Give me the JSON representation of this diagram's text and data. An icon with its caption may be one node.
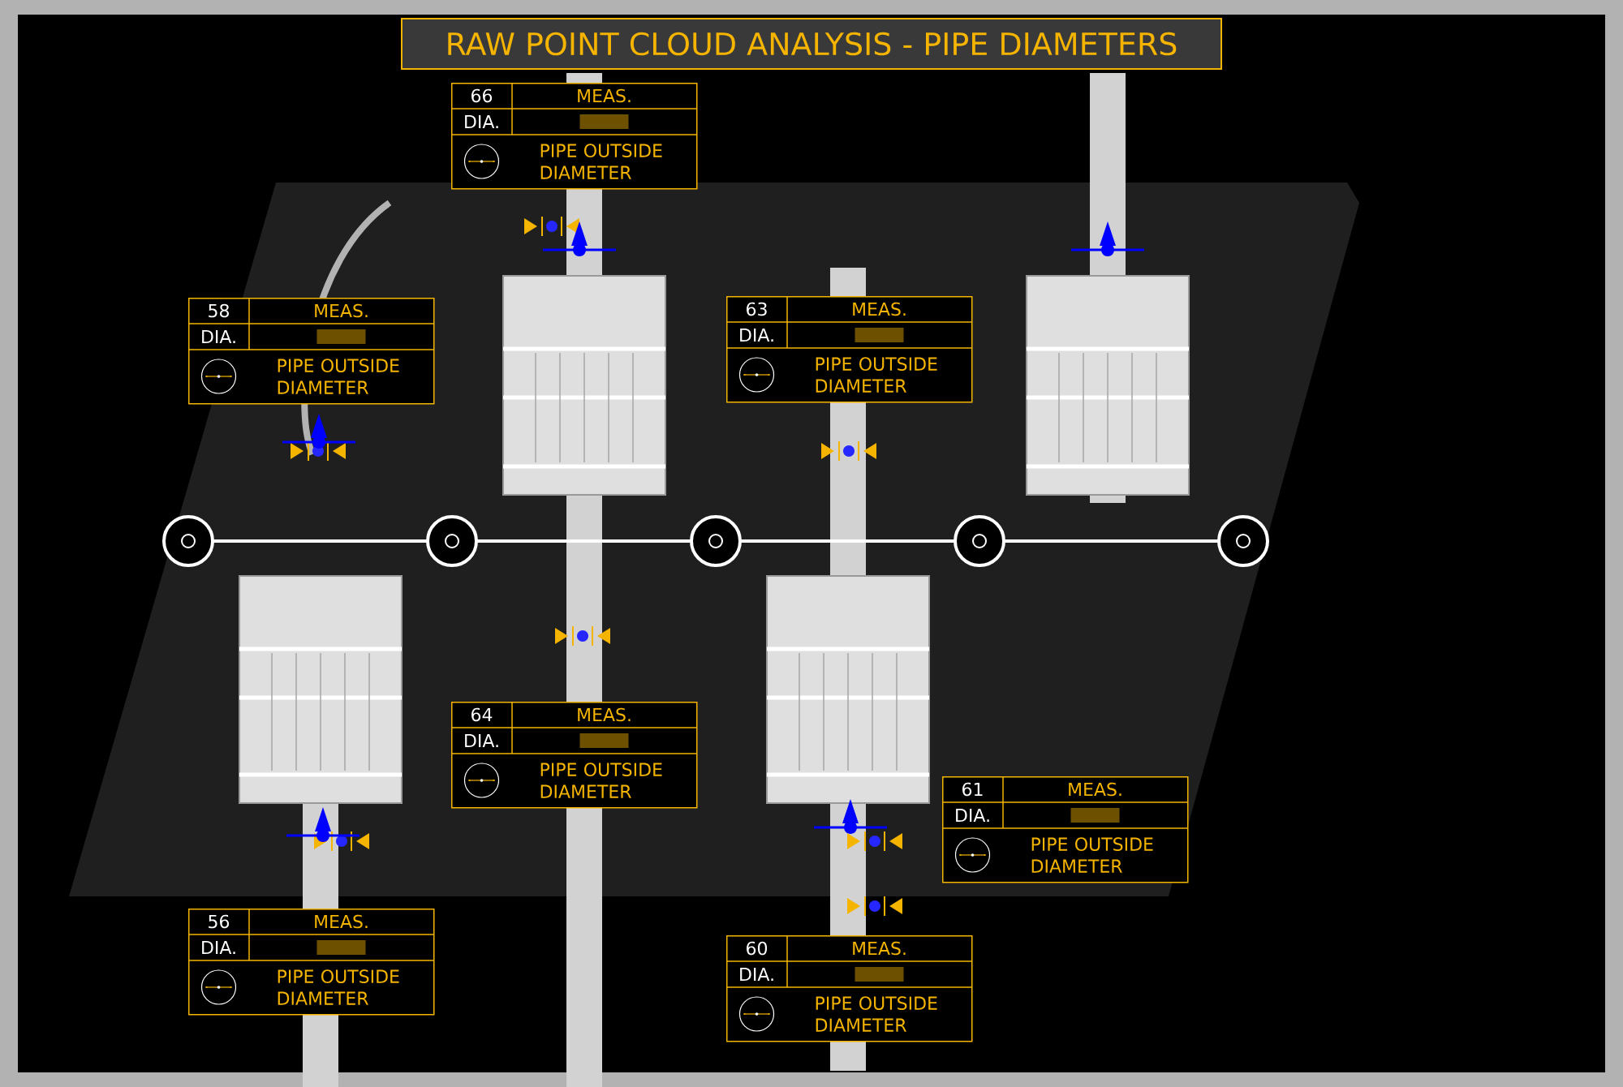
{
  "diagram": {
    "title": "RAW POINT CLOUD ANALYSIS - PIPE DIAMETERS",
    "nodes": [
      {
        "text": [
          "66",
          "MEAS.",
          "DIA.",
          "PIPE OUTSIDE DIAMETER"
        ]
      },
      {
        "text": [
          "58",
          "MEAS.",
          "DIA.",
          "PIPE OUTSIDE DIAMETER"
        ]
      },
      {
        "text": [
          "63",
          "MEAS.",
          "DIA.",
          "PIPE OUTSIDE DIAMETER"
        ]
      },
      {
        "text": [
          "64",
          "MEAS.",
          "DIA.",
          "PIPE OUTSIDE DIAMETER"
        ]
      },
      {
        "text": [
          "61",
          "MEAS.",
          "DIA.",
          "PIPE OUTSIDE DIAMETER"
        ]
      },
      {
        "text": [
          "56",
          "MEAS.",
          "DIA.",
          "PIPE OUTSIDE DIAMETER"
        ]
      },
      {
        "text": [
          "60",
          "MEAS.",
          "DIA.",
          "PIPE OUTSIDE DIAMETER"
        ]
      }
    ]
  }
}
